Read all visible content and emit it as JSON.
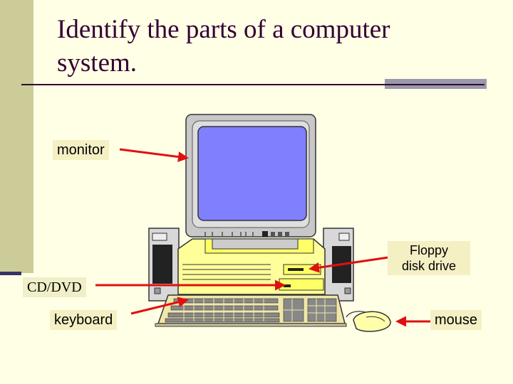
{
  "slide": {
    "title": "Identify the parts of a computer system."
  },
  "labels": {
    "monitor": "monitor",
    "cddvd": "CD/DVD",
    "keyboard": "keyboard",
    "floppy_line1": "Floppy",
    "floppy_line2": "disk drive",
    "mouse": "mouse"
  },
  "colors": {
    "background": "#ffffe6",
    "sidebar": "#cccc99",
    "title_text": "#330033",
    "arrow": "#e01010",
    "screen": "#8080ff",
    "case": "#ffff99"
  },
  "illustration": "computer-clipart"
}
